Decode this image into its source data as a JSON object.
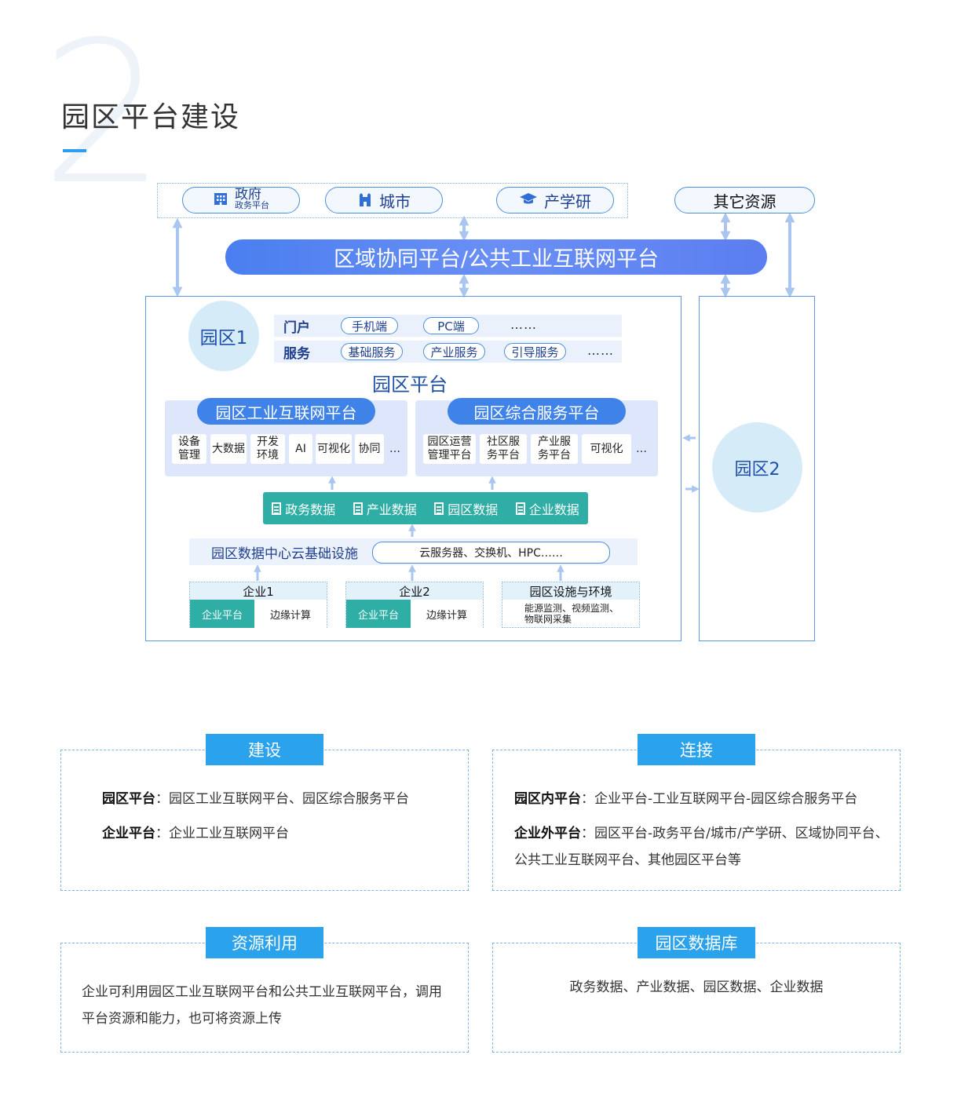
{
  "header": {
    "big_number": "2",
    "title": "园区平台建设"
  },
  "diagram": {
    "top_pills": {
      "gov_main": "政府",
      "gov_sub": "政务平台",
      "city": "城市",
      "academia": "产学研",
      "other_resources": "其它资源"
    },
    "main_platform": "区域协同平台/公共工业互联网平台",
    "park1": {
      "label": "园区1",
      "portal_label": "门户",
      "portal_items": [
        "手机端",
        "PC端"
      ],
      "portal_more": "……",
      "service_label": "服务",
      "service_items": [
        "基础服务",
        "产业服务",
        "引导服务"
      ],
      "service_more": "……",
      "platform_title": "园区平台",
      "iiot_title": "园区工业互联网平台",
      "iiot_cells": [
        "设备\n管理",
        "大数据",
        "开发\n环境",
        "AI",
        "可视化",
        "协同",
        "…"
      ],
      "service_platform_title": "园区综合服务平台",
      "service_cells": [
        "园区运营\n管理平台",
        "社区服\n务平台",
        "产业服\n务平台",
        "可视化",
        "…"
      ],
      "data_items": [
        "政务数据",
        "产业数据",
        "园区数据",
        "企业数据"
      ],
      "dc_label": "园区数据中心云基础设施",
      "dc_items": "云服务器、交换机、HPC……",
      "ent1_title": "企业1",
      "ent2_title": "企业2",
      "ent_platform": "企业平台",
      "ent_edge": "边缘计算",
      "facility_title": "园区设施与环境",
      "facility_text": "能源监测、视频监测、\n物联网采集"
    },
    "park2": {
      "label": "园区2"
    }
  },
  "cards": {
    "build": {
      "tab": "建设",
      "l1_bold": "园区平台",
      "l1_text": "：园区工业互联网平台、园区综合服务平台",
      "l2_bold": "企业平台",
      "l2_text": "：企业工业互联网平台"
    },
    "connect": {
      "tab": "连接",
      "l1_bold": "园区内平台",
      "l1_text": "：企业平台-工业互联网平台-园区综合服务平台",
      "l2_bold": "企业外平台",
      "l2_text": "：园区平台-政务平台/城市/产学研、区域协同平台、公共工业互联网平台、其他园区平台等"
    },
    "resource": {
      "tab": "资源利用",
      "text": "企业可利用园区工业互联网平台和公共工业互联网平台，调用平台资源和能力，也可将资源上传"
    },
    "database": {
      "tab": "园区数据库",
      "text": "政务数据、产业数据、园区数据、企业数据"
    }
  },
  "colors": {
    "accent": "#2aa3ec",
    "main_bar": "#5b84f2",
    "teal": "#2eaea4",
    "circle": "#d5ecf8",
    "arrow": "#a9c5f0"
  }
}
